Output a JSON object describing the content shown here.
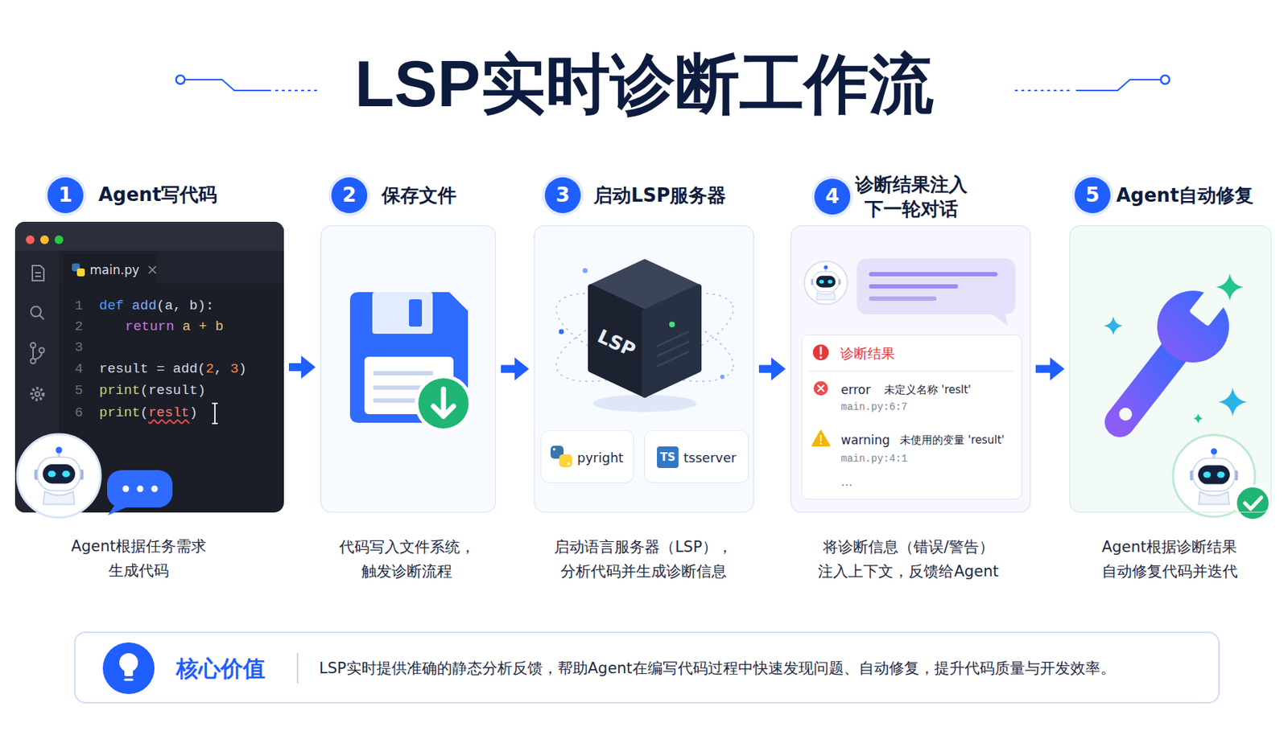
{
  "diagram": {
    "title": "LSP实时诊断工作流",
    "nodes": [
      {
        "text": [
          "Agent写代码",
          "Agent根据任务需求 生成代码"
        ]
      },
      {
        "text": [
          "保存文件",
          "代码写入文件系统， 触发诊断流程"
        ]
      },
      {
        "text": [
          "启动LSP服务器",
          "启动语言服务器（LSP）， 分析代码并生成诊断信息"
        ]
      },
      {
        "text": [
          "pyright"
        ],
        "in": 2
      },
      {
        "text": [
          "tsserver"
        ],
        "in": 2
      },
      {
        "text": [
          "诊断结果注入 下一轮对话",
          "将诊断信息（错误/警告） 注入上下文，反馈给Agent"
        ]
      },
      {
        "text": [
          "诊断结果",
          "error",
          "未定义名称 'reslt'",
          "main.py:6:7",
          "warning",
          "未使用的变量 'result'",
          "main.py:4:1",
          "..."
        ],
        "in": 5
      },
      {
        "text": [
          "Agent自动修复",
          "Agent根据诊断结果 自动修复代码并迭代"
        ]
      },
      {
        "text": [
          "核心价值",
          "LSP实时提供准确的静态分析反馈，帮助Agent在编写代码过程中快速发现问题、自动修复，提升代码质量与开发效率。"
        ]
      }
    ],
    "edges": [
      {
        "from": 0,
        "to": 1,
        "arrow": "to"
      },
      {
        "from": 1,
        "to": 2,
        "arrow": "to"
      },
      {
        "from": 2,
        "to": 5,
        "arrow": "to"
      },
      {
        "from": 5,
        "to": 7,
        "arrow": "to"
      }
    ],
    "labels": [
      "1",
      "2",
      "3",
      "4",
      "5",
      "main.py",
      "1",
      "2",
      "3",
      "4",
      "5",
      "6",
      "def",
      "add",
      "(a, b):",
      "return",
      "a + b",
      "result = add(",
      "2",
      ", ",
      "3",
      ")",
      "print",
      "(result)",
      "print",
      "(",
      "reslt",
      ")",
      "LSP",
      "TS"
    ]
  }
}
